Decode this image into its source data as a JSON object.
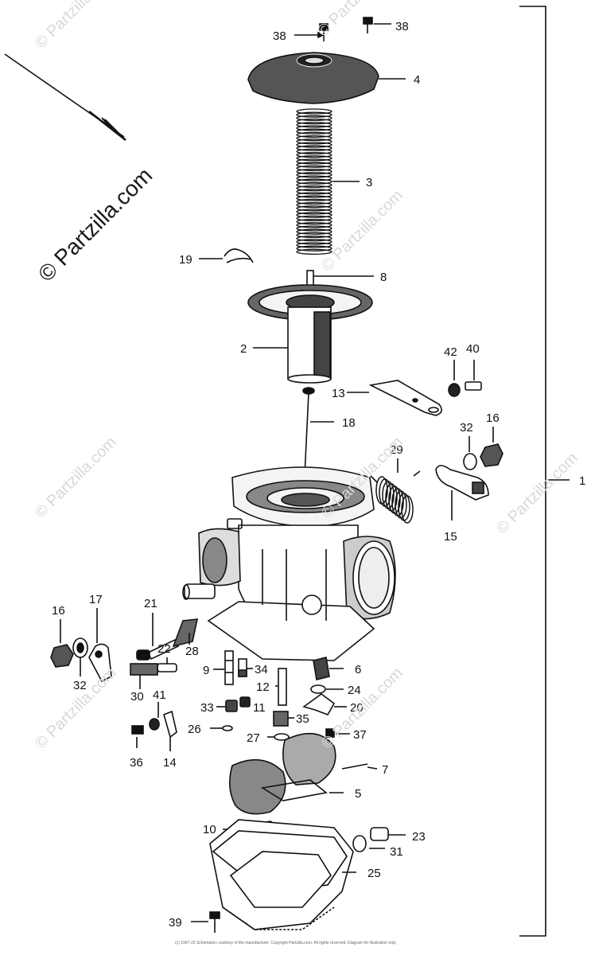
{
  "watermark": {
    "main": "© Partzilla.com",
    "faint": "© Partzilla.com"
  },
  "callouts": {
    "p38a": "38",
    "p38b": "38",
    "p4": "4",
    "p3": "3",
    "p19": "19",
    "p8": "8",
    "p2": "2",
    "p42": "42",
    "p40": "40",
    "p13": "13",
    "p18": "18",
    "p32a": "32",
    "p16a": "16",
    "p29": "29",
    "p15": "15",
    "p1": "1",
    "p17": "17",
    "p16b": "16",
    "p21": "21",
    "p28": "28",
    "p22": "22",
    "p32b": "32",
    "p9": "9",
    "p34": "34",
    "p6": "6",
    "p12": "12",
    "p24": "24",
    "p30": "30",
    "p41": "41",
    "p33": "33",
    "p11": "11",
    "p20": "20",
    "p26": "26",
    "p35": "35",
    "p27": "27",
    "p37": "37",
    "p36": "36",
    "p14": "14",
    "p7": "7",
    "p5": "5",
    "p10": "10",
    "p23": "23",
    "p31": "31",
    "p25": "25",
    "p39": "39"
  },
  "footer": {
    "copyright": "(c) 1997-23 Schematics courtesy of the manufacturer. Copyright Partzilla.com. All rights reserved. Diagram for illustration only."
  }
}
